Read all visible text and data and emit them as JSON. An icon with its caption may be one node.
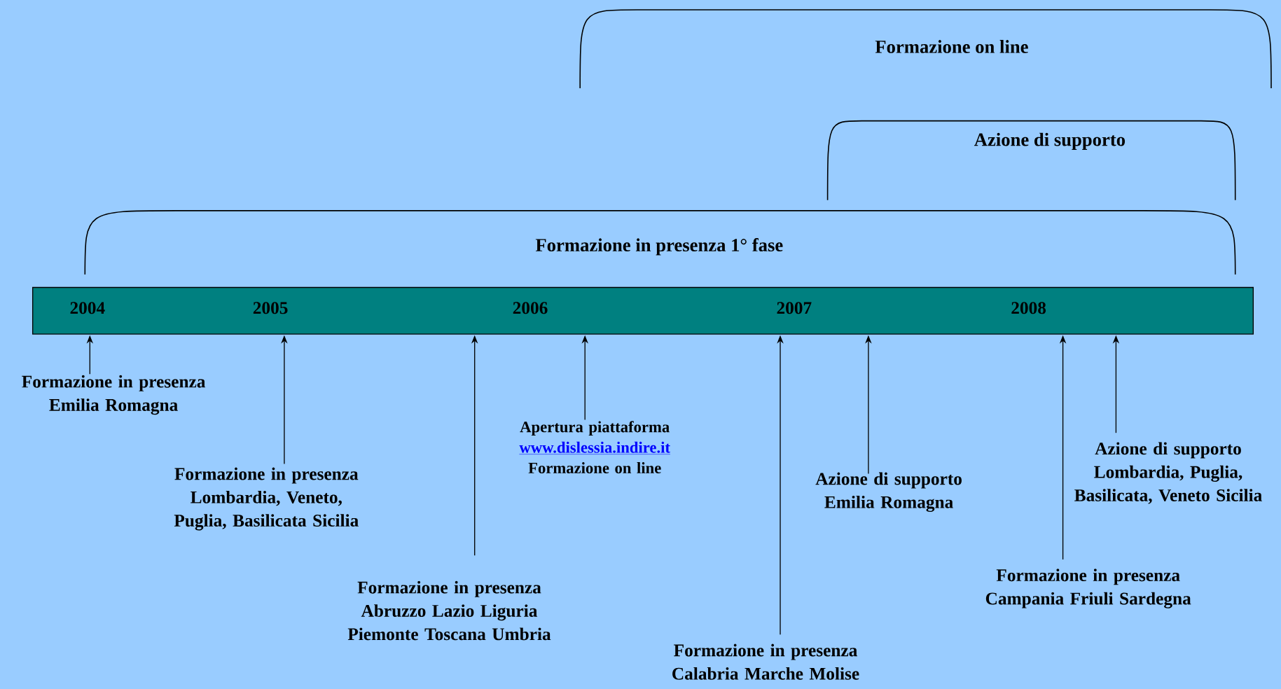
{
  "diagram": {
    "nodes": [
      {
        "text": [
          "2004",
          "2005",
          "2006",
          "2007",
          "2008"
        ]
      },
      {
        "text": [
          "Formazione in presenza",
          "Emilia Romagna"
        ]
      },
      {
        "text": [
          "Formazione in presenza",
          "Lombardia, Veneto, Puglia, Basilicata Sicilia"
        ]
      },
      {
        "text": [
          "Formazione in presenza",
          "Abruzzo Lazio Liguria Piemonte Toscana Umbria"
        ]
      },
      {
        "text": [
          "Apertura piattaforma",
          "www.dislessia.indire.it",
          "Formazione on line"
        ]
      },
      {
        "text": [
          "Formazione in presenza",
          "Calabria Marche Molise"
        ]
      },
      {
        "text": [
          "Azione di supporto",
          "Emilia Romagna"
        ]
      },
      {
        "text": [
          "Formazione in presenza",
          "Campania Friuli Sardegna"
        ]
      },
      {
        "text": [
          "Azione di supporto",
          "Lombardia, Puglia, Basilicata, Veneto Sicilia"
        ]
      }
    ],
    "edges": [
      {
        "from": 1,
        "to": 0,
        "arrow": "to"
      },
      {
        "from": 2,
        "to": 0,
        "arrow": "to"
      },
      {
        "from": 3,
        "to": 0,
        "arrow": "to"
      },
      {
        "from": 4,
        "to": 0,
        "arrow": "to"
      },
      {
        "from": 5,
        "to": 0,
        "arrow": "to"
      },
      {
        "from": 6,
        "to": 0,
        "arrow": "to"
      },
      {
        "from": 7,
        "to": 0,
        "arrow": "to"
      },
      {
        "from": 8,
        "to": 0,
        "arrow": "to"
      }
    ],
    "labels": [
      "Formazione on line",
      "Azione di supporto",
      "Formazione in presenza 1° fase"
    ]
  }
}
